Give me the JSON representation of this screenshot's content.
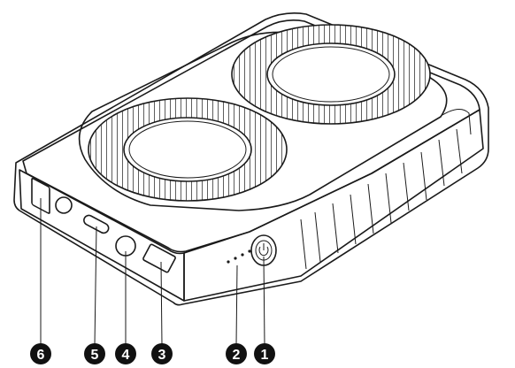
{
  "callouts": [
    {
      "id": "1",
      "label": "1"
    },
    {
      "id": "2",
      "label": "2"
    },
    {
      "id": "3",
      "label": "3"
    },
    {
      "id": "4",
      "label": "4"
    },
    {
      "id": "5",
      "label": "5"
    },
    {
      "id": "6",
      "label": "6"
    }
  ],
  "colors": {
    "stroke": "#1a1a1a",
    "callout_fill": "#111111",
    "callout_text": "#ffffff",
    "background": "#ffffff"
  },
  "icons": [
    "power-icon",
    "usb-c-port-icon",
    "usb-a-port-icon",
    "dc-port-icon",
    "led-indicator-icon",
    "fan-grille-icon"
  ]
}
